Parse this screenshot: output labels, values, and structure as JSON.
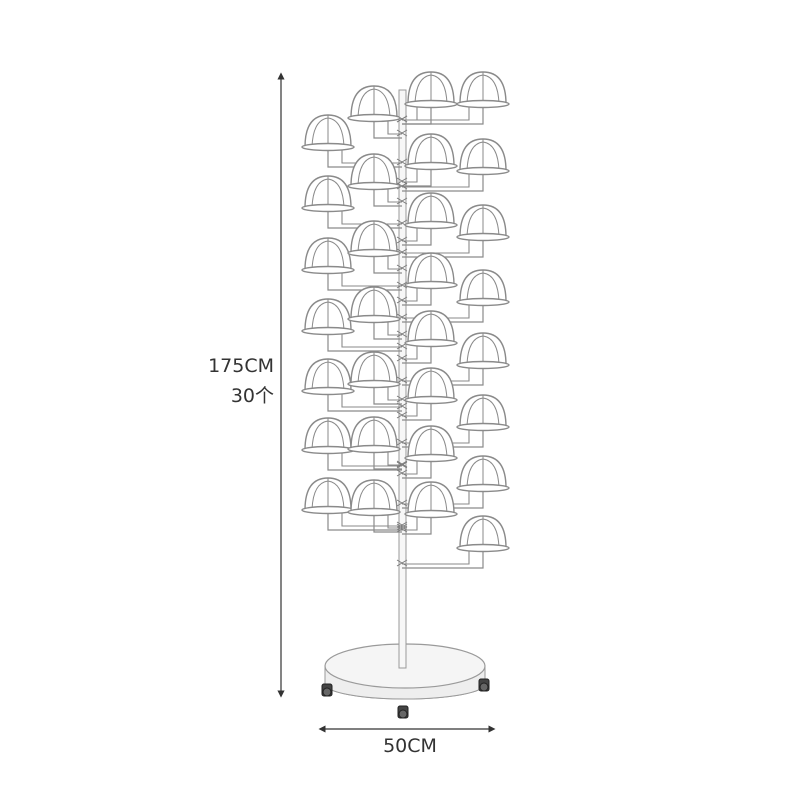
{
  "dimensions": {
    "height_text": "175CM",
    "count_text": "30个",
    "width_text": "50CM"
  },
  "colors": {
    "background": "#ffffff",
    "wire": "#8a8a8a",
    "metal_fill": "#f3f3f3",
    "dimension_line": "#333333"
  }
}
